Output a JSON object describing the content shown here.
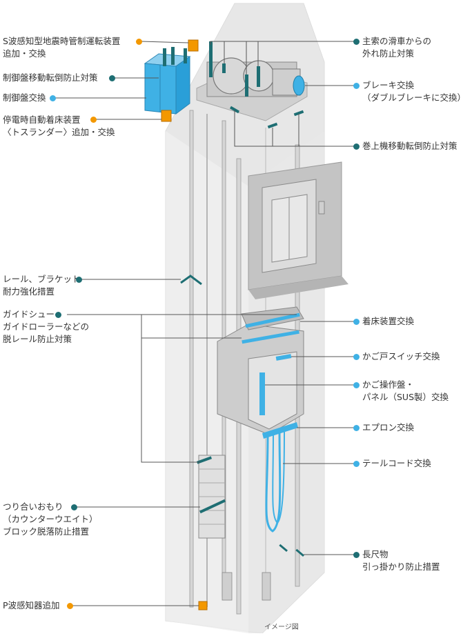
{
  "colors": {
    "orange": "#F39800",
    "teal": "#1E6E73",
    "blue": "#3FB1E5",
    "shaft": "#e9e9e9",
    "structure": "#bdbdbd",
    "line": "#555555"
  },
  "labels": {
    "s_wave": [
      "S波感知型地震時管制運転装置",
      "追加・交換"
    ],
    "panel_move": [
      "制御盤移動転倒防止対策"
    ],
    "panel_replace": [
      "制御盤交換"
    ],
    "outage_landing": [
      "停電時自動着床装置",
      "〈トスランダー〉追加・交換"
    ],
    "rail_bracket": [
      "レール、ブラケット",
      "耐力強化措置"
    ],
    "guide_shoe": [
      "ガイドシュー",
      "ガイドローラーなどの",
      "脱レール防止対策"
    ],
    "counterweight": [
      "つり合いおもり",
      "（カウンターウエイト）",
      "ブロック脱落防止措置"
    ],
    "p_wave": [
      "P波感知器追加"
    ],
    "main_rope": [
      "主索の滑車からの",
      "外れ防止対策"
    ],
    "brake": [
      "ブレーキ交換",
      "（ダブルブレーキに交換）"
    ],
    "hoist_move": [
      "巻上機移動転倒防止対策"
    ],
    "landing_device": [
      "着床装置交換"
    ],
    "door_switch": [
      "かご戸スイッチ交換"
    ],
    "car_panel": [
      "かご操作盤・",
      "パネル（SUS製）交換"
    ],
    "apron": [
      "エプロン交換"
    ],
    "tail_cord": [
      "テールコード交換"
    ],
    "long_object": [
      "長尺物",
      "引っ掛かり防止措置"
    ]
  },
  "caption": "イメージ図"
}
